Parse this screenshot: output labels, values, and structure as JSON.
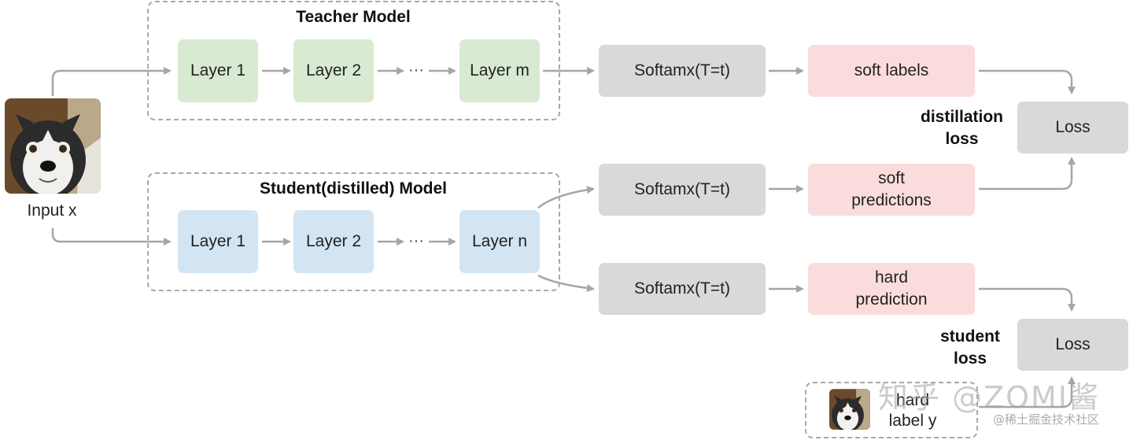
{
  "teacher": {
    "title": "Teacher Model",
    "layers": [
      "Layer 1",
      "Layer 2",
      "Layer m"
    ],
    "ellipsis": "···"
  },
  "student": {
    "title": "Student(distilled) Model",
    "layers": [
      "Layer 1",
      "Layer 2",
      "Layer n"
    ],
    "ellipsis": "···"
  },
  "input_label": "Input x",
  "softmax_label": "Softamx(T=t)",
  "outputs": {
    "soft_labels": "soft labels",
    "soft_predictions": "soft\npredictions",
    "hard_prediction": "hard\nprediction"
  },
  "loss_label": "Loss",
  "distillation_loss_label": "distillation\nloss",
  "student_loss_label": "student\nloss",
  "hard_label": "hard\nlabel y",
  "watermark": {
    "main": "知乎 @ZOMI酱",
    "sub": "@稀土掘金技术社区"
  },
  "colors": {
    "teacher_layer": "#d8ead2",
    "student_layer": "#d3e5f3",
    "softmax_box": "#d9d9d9",
    "output_box": "#fbdcdc",
    "loss_box": "#d9d9d9",
    "arrow": "#a6a6a6"
  },
  "icons": {
    "input_image": "husky-dog-photo",
    "label_image": "husky-dog-photo"
  }
}
